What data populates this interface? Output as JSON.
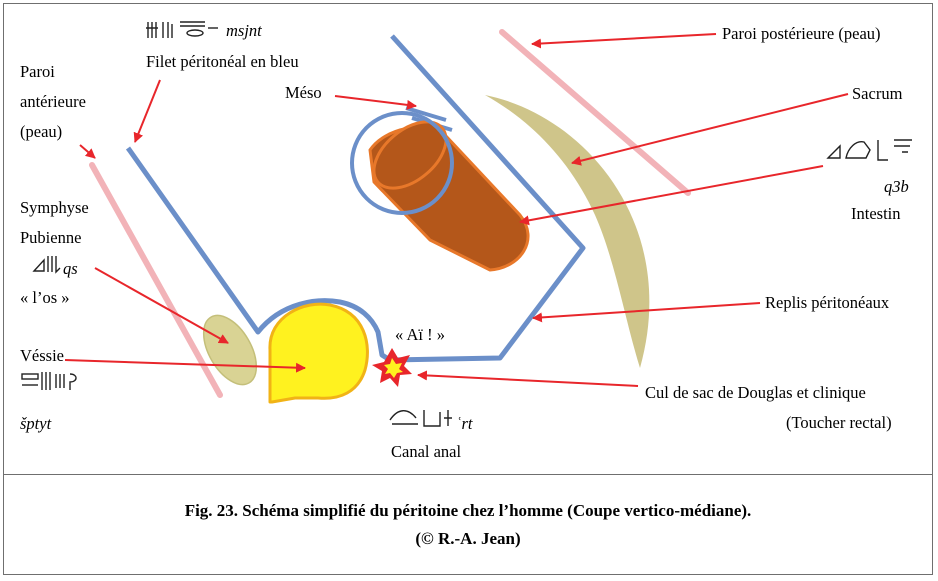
{
  "labels": {
    "msjnt": "msjnt",
    "filet": "Filet péritonéal en bleu",
    "paroi_ant_1": "Paroi",
    "paroi_ant_2": "antérieure",
    "paroi_ant_3": "(peau)",
    "meso": "Méso",
    "paroi_post": "Paroi postérieure (peau)",
    "sacrum": "Sacrum",
    "q3b": "q3b",
    "intestin": "Intestin",
    "symphyse_1": "Symphyse",
    "symphyse_2": "Pubienne",
    "qs": "qs",
    "los": "« l’os »",
    "ai": "« Aï ! »",
    "replis": "Replis péritonéaux",
    "vessie": "Véssie",
    "sptyt": "šptyt",
    "rt": "ʿrt",
    "canal": "Canal anal",
    "douglas": "Cul de sac de Douglas et clinique",
    "toucher": "(Toucher rectal)"
  },
  "caption": {
    "line1": "Fig. 23. Schéma simplifié du péritoine chez l’homme (Coupe vertico-médiane).",
    "line2": "(© R.-A. Jean)"
  },
  "colors": {
    "peritoneum": "#6b8fc9",
    "skin": "#f2b3b8",
    "sacrum": "#cfc58a",
    "intestine_fill": "#b4571a",
    "intestine_stroke": "#e8782a",
    "bladder_fill": "#fff21f",
    "bladder_stroke": "#f1b316",
    "arrow": "#e8262b",
    "star": "#e8262b"
  }
}
